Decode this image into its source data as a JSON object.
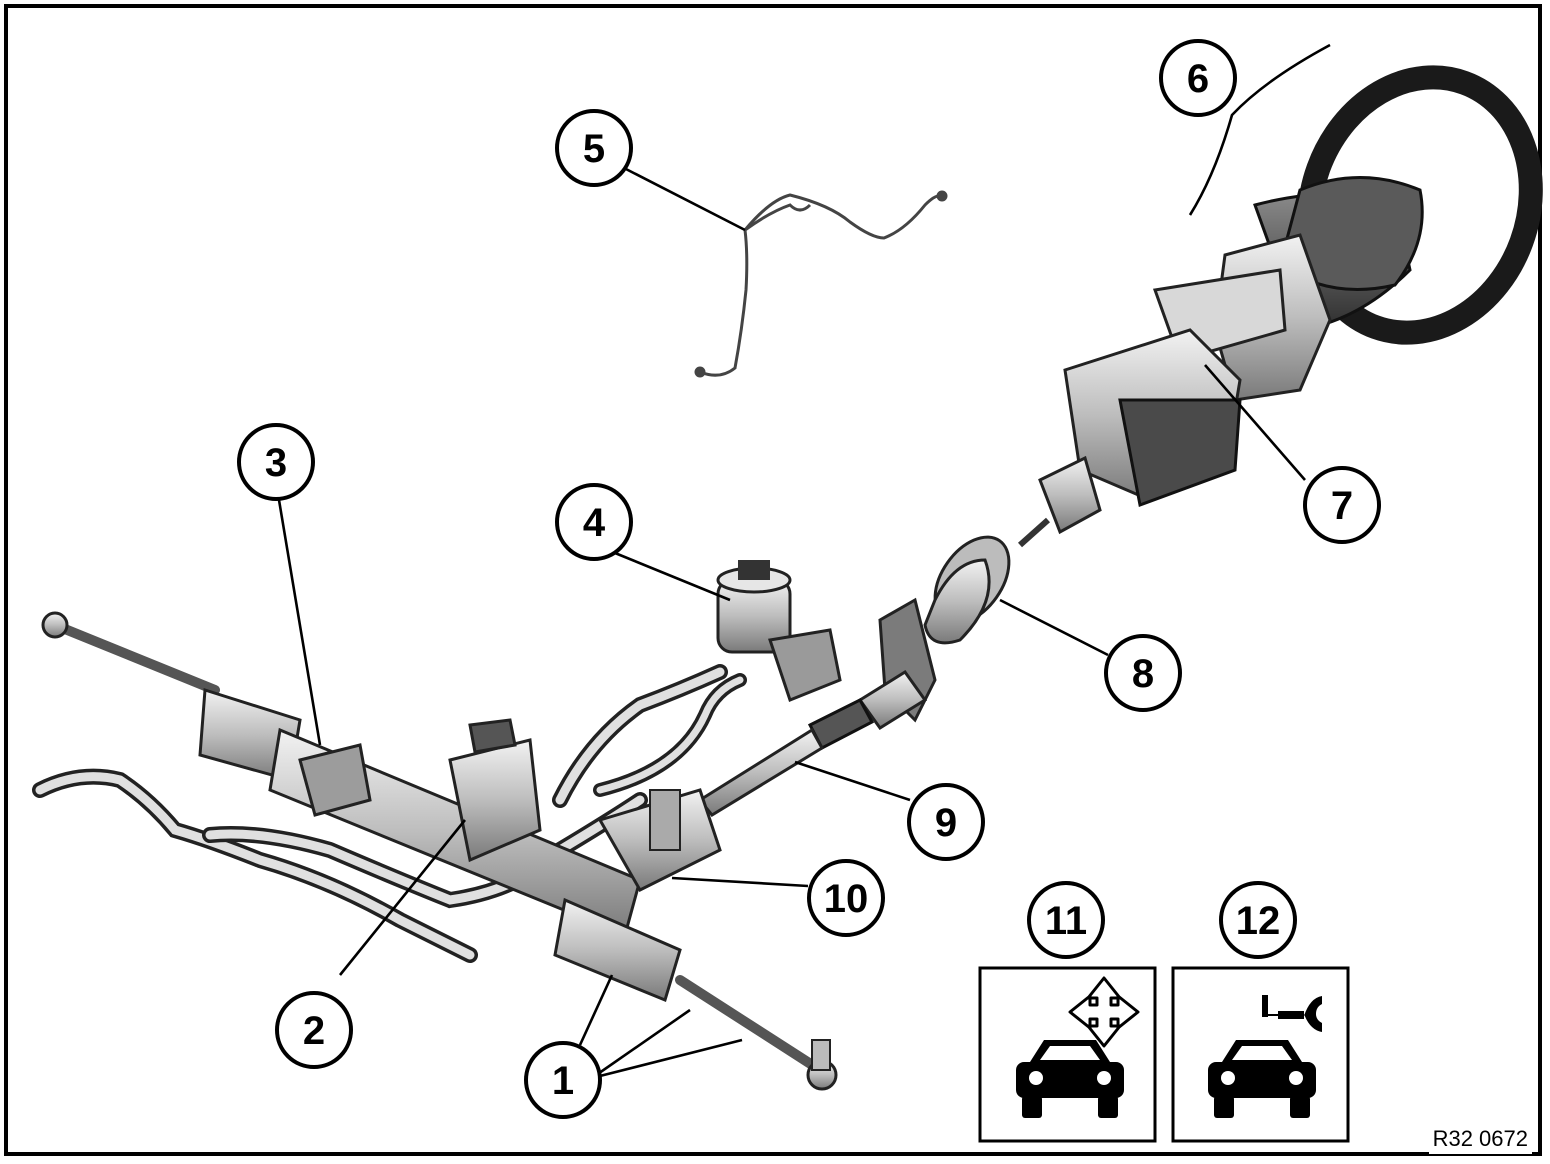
{
  "diagram": {
    "reference_code": "R32 0672",
    "callouts": [
      "1",
      "2",
      "3",
      "4",
      "5",
      "6",
      "7",
      "8",
      "9",
      "10",
      "11",
      "12"
    ],
    "icon_panels": [
      {
        "number": "11",
        "icon": "car-with-move-arrows-icon"
      },
      {
        "number": "12",
        "icon": "car-with-wrench-icon"
      }
    ],
    "colors": {
      "line": "#000000",
      "background": "#ffffff",
      "part_fill": "#cfcfcf",
      "part_dark": "#6e6e6e"
    }
  }
}
